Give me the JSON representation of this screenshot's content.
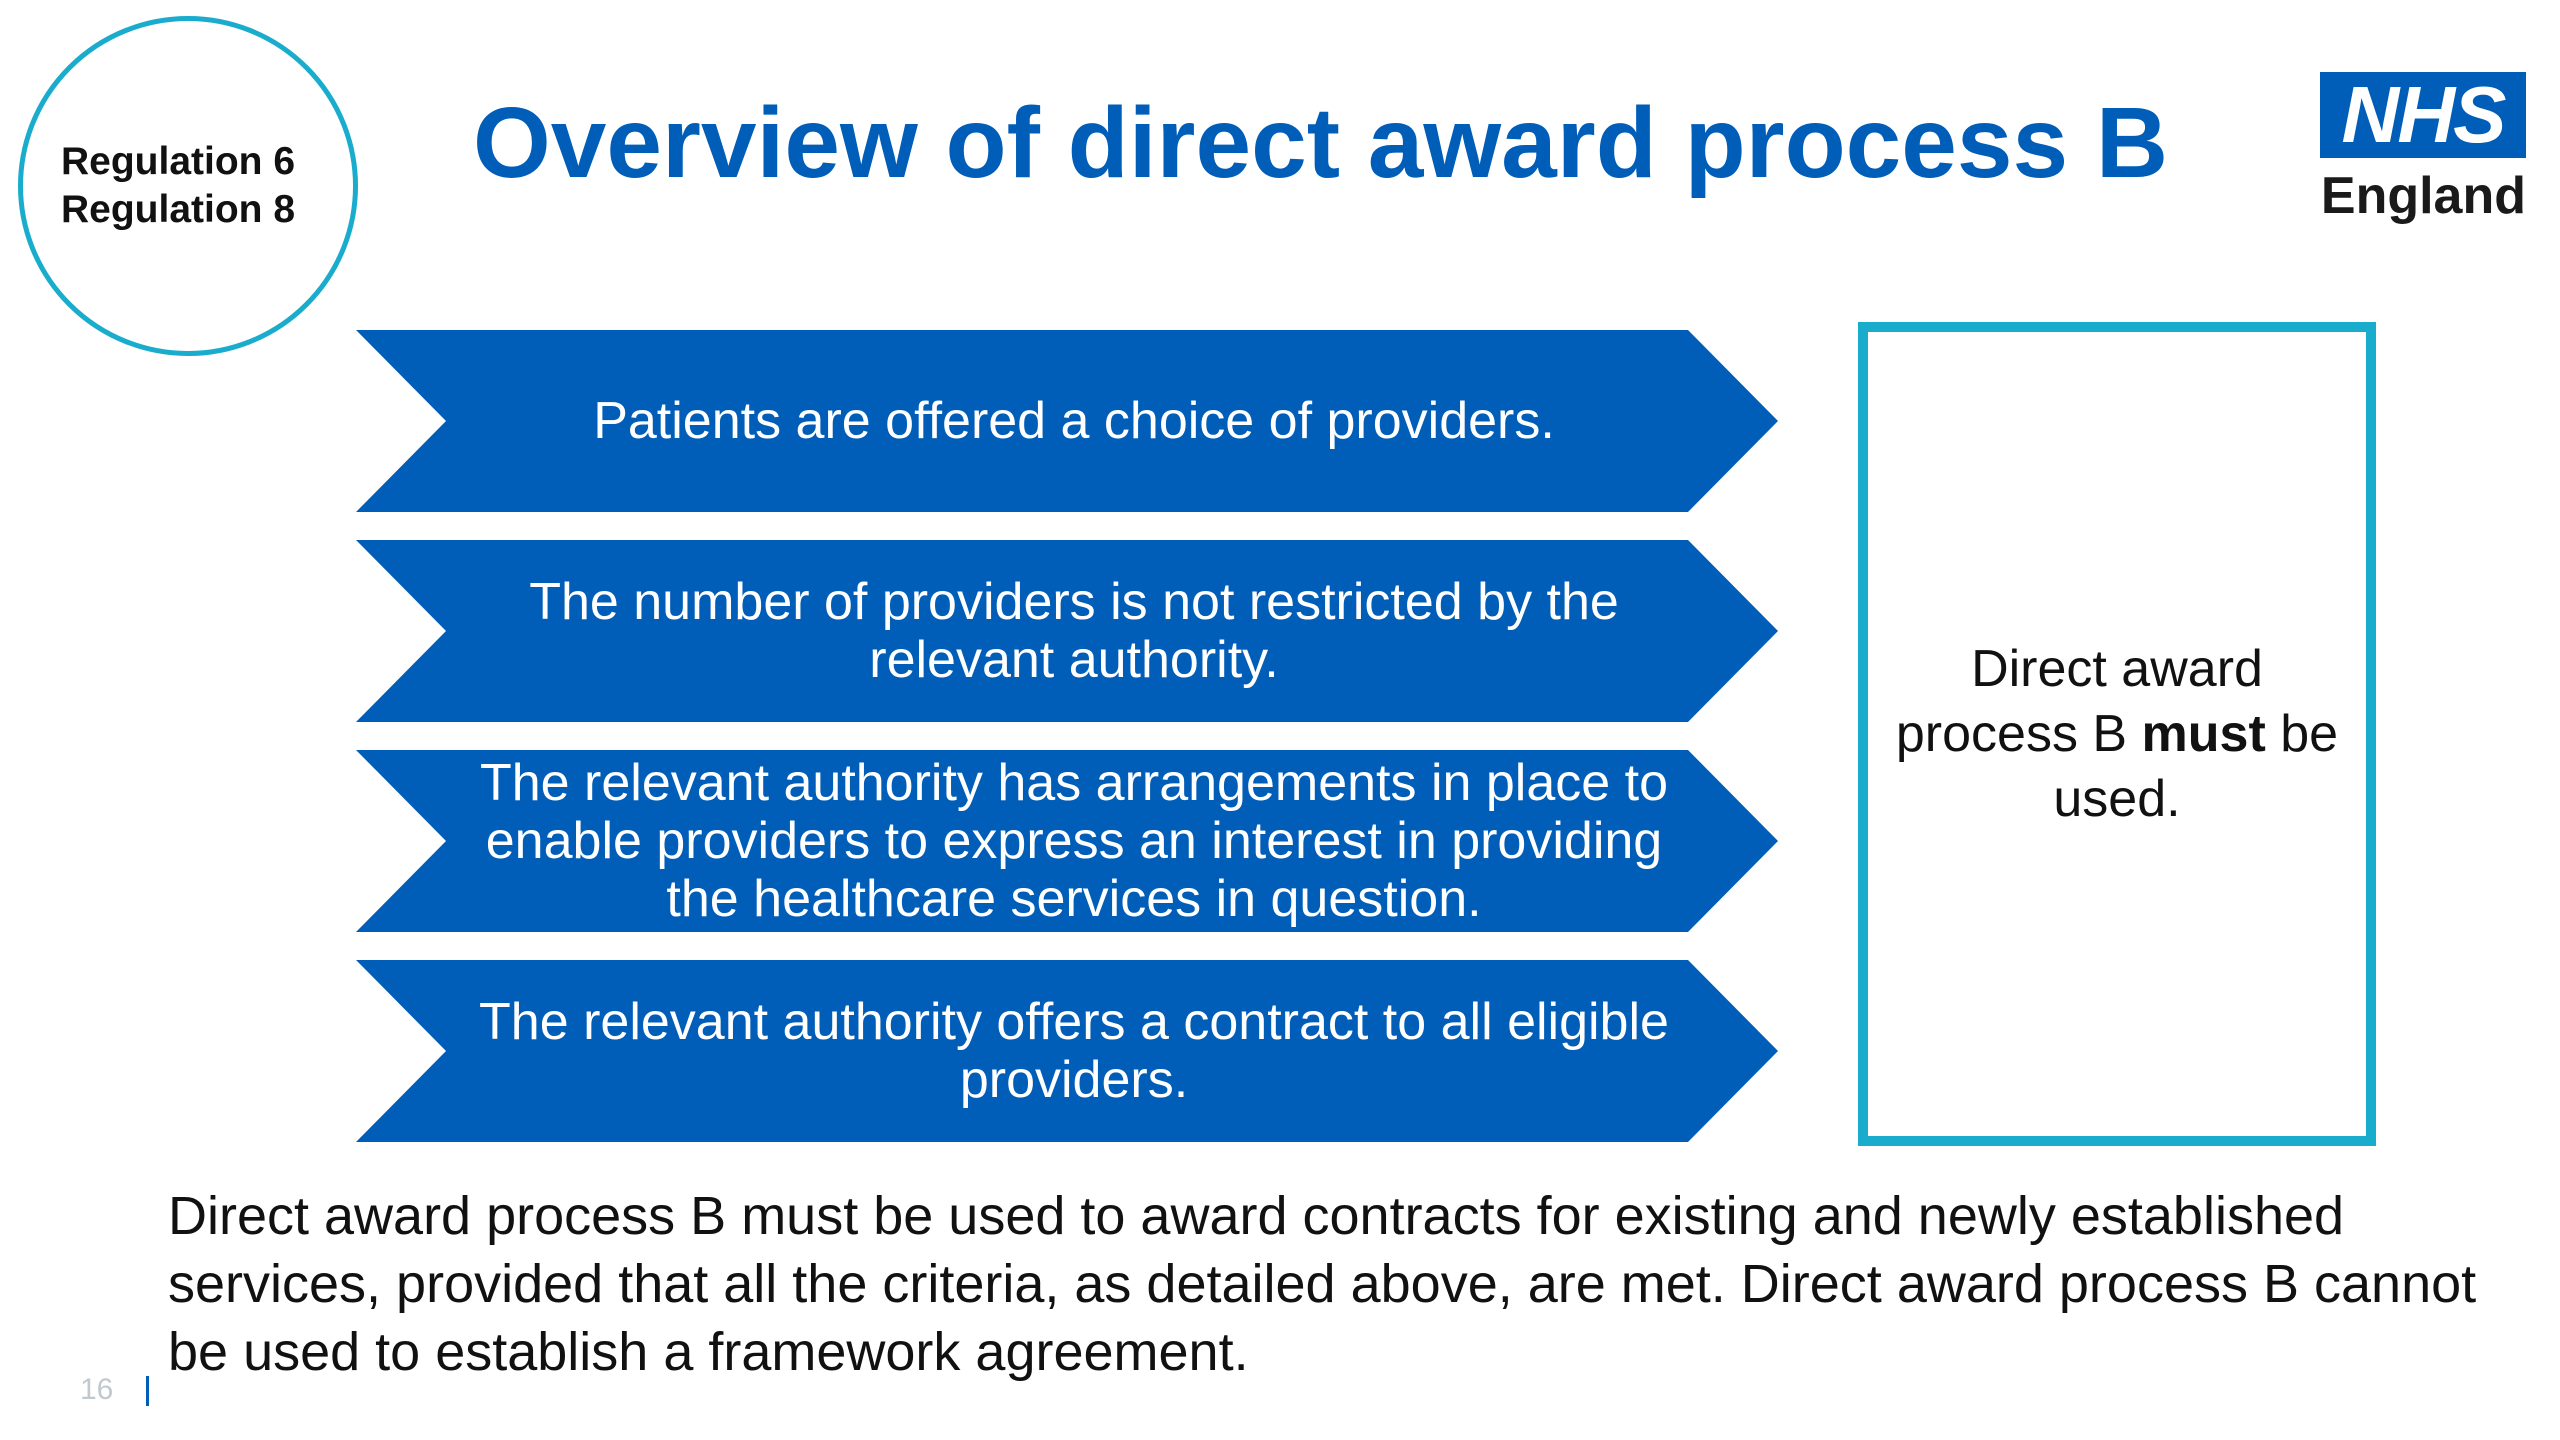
{
  "regulations": [
    "Regulation 6",
    "Regulation 8"
  ],
  "title": "Overview of direct award process B",
  "logo": {
    "mark": "NHS",
    "subtitle": "England"
  },
  "criteria": [
    "Patients are offered a choice of providers.",
    "The number of providers is not restricted by the relevant authority.",
    "The relevant authority has arrangements in place to enable providers to express an interest in providing the healthcare services in question.",
    "The relevant authority offers a contract to all eligible providers."
  ],
  "result": {
    "prefix": "Direct award process B ",
    "emphasis": "must",
    "suffix": " be used."
  },
  "footnote": "Direct award process B must be used to award contracts for existing and newly established services, provided that all the criteria, as detailed above, are met. Direct award process B cannot be used to establish a framework agreement.",
  "page_number": "16",
  "colors": {
    "nhs_blue": "#005eb8",
    "accent_cyan": "#1aaccc"
  }
}
